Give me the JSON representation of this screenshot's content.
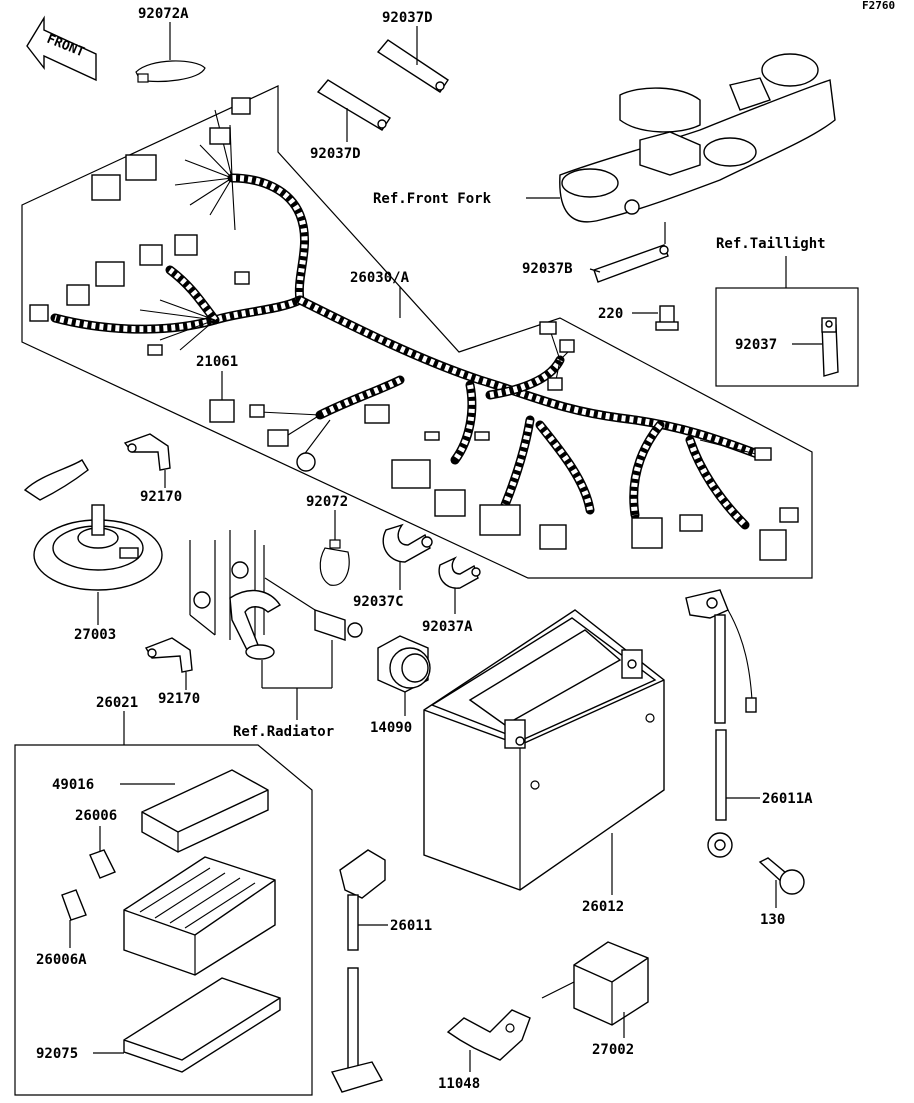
{
  "diagram_code": "F2760",
  "front_label": "FRONT",
  "labels": {
    "p92072A": "92072A",
    "p92037D_top": "92037D",
    "p92037D_mid": "92037D",
    "ref_front_fork": "Ref.Front Fork",
    "ref_taillight": "Ref.Taillight",
    "p92037B": "92037B",
    "p220": "220",
    "p92037": "92037",
    "p26030A": "26030/A",
    "p21061": "21061",
    "p92170_top": "92170",
    "p92072": "92072",
    "p92037C": "92037C",
    "p92037A": "92037A",
    "p27003": "27003",
    "p92170_bot": "92170",
    "p26021": "26021",
    "ref_radiator": "Ref.Radiator",
    "p14090": "14090",
    "p26011A": "26011A",
    "p49016": "49016",
    "p26006": "26006",
    "p26006A": "26006A",
    "p26011": "26011",
    "p26012": "26012",
    "p130": "130",
    "p92075": "92075",
    "p27002": "27002",
    "p11048": "11048"
  }
}
